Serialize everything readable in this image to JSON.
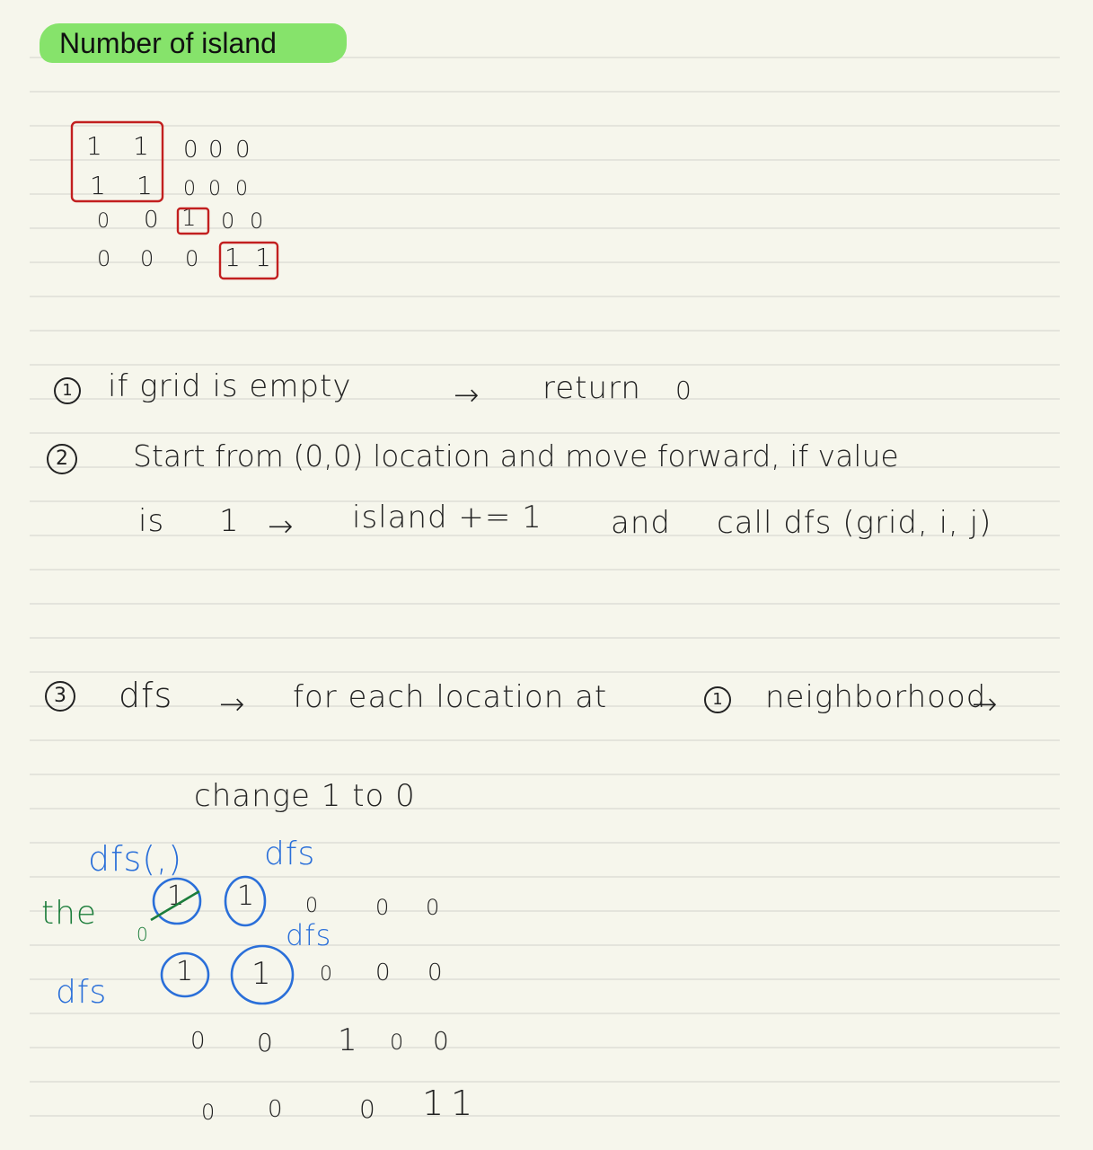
{
  "title": "Number of island",
  "colors": {
    "paper": "#f6f6ec",
    "rule": "#d9d9d2",
    "highlight": "#86e36b",
    "ink": "#222222",
    "island_box": "#c21f1f",
    "dfs_blue": "#2a6fd9",
    "note_green": "#1c7d3b"
  },
  "grid_example": {
    "rows": [
      [
        "1",
        "1",
        "0",
        "0",
        "0"
      ],
      [
        "1",
        "1",
        "0",
        "0",
        "0"
      ],
      [
        "0",
        "0",
        "1",
        "0",
        "0"
      ],
      [
        "0",
        "0",
        "0",
        "1",
        "1"
      ]
    ]
  },
  "steps": [
    {
      "number": "1",
      "text_a": "if grid is empty",
      "arrow": "→",
      "text_b": "return",
      "text_c": "0"
    },
    {
      "number": "2",
      "line1": "Start from (0,0) location and move forward, if value",
      "line2_a": "is",
      "line2_b": "1",
      "arrow": "→",
      "line2_c": "island += 1",
      "line2_d": "and",
      "line2_e": "call dfs (grid, i, j)"
    },
    {
      "number": "3",
      "text_a": "dfs",
      "arrow": "→",
      "text_b": "for each location at",
      "ref_number": "1",
      "text_c": "neighborhood",
      "arrow2": "→",
      "line2": "change 1 to 0"
    }
  ],
  "dfs_diagram": {
    "labels": {
      "dfs_call": "dfs(,)",
      "dfs_right": "dfs",
      "dfs_mid": "dfs",
      "dfs_left": "dfs",
      "the": "the",
      "zero_small": "0"
    },
    "rows": [
      [
        "1",
        "1",
        "0",
        "0",
        "0"
      ],
      [
        "1",
        "1",
        "0",
        "0",
        "0"
      ],
      [
        "0",
        "0",
        "1",
        "0",
        "0"
      ],
      [
        "0",
        "0",
        "0",
        "1",
        "1"
      ]
    ]
  }
}
